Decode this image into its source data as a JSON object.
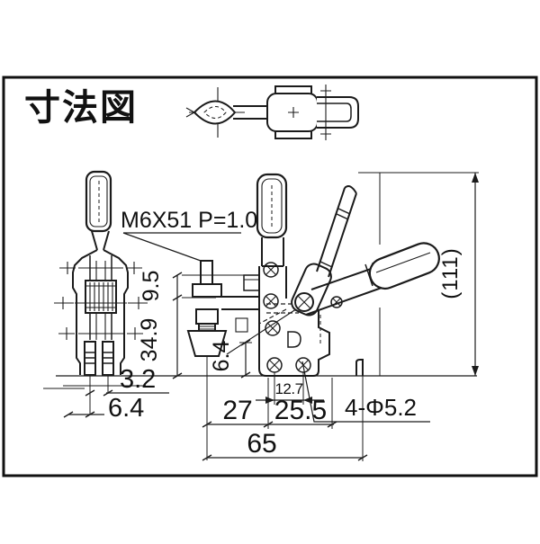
{
  "title": "寸法図",
  "dimensions": {
    "thread_spec": "M6X51 P=1.0",
    "overall_height": "(111)",
    "top_offset": "9.5",
    "arm_height": "34.9",
    "foot_thickness": "3.2",
    "foot_width": "6.4",
    "spindle_clearance": "6.4",
    "hole_spacing": "12.7",
    "spindle_to_hole": "27",
    "hole_to_edge": "25.5",
    "base_length": "65",
    "mounting_holes": "4-Φ5.2"
  }
}
